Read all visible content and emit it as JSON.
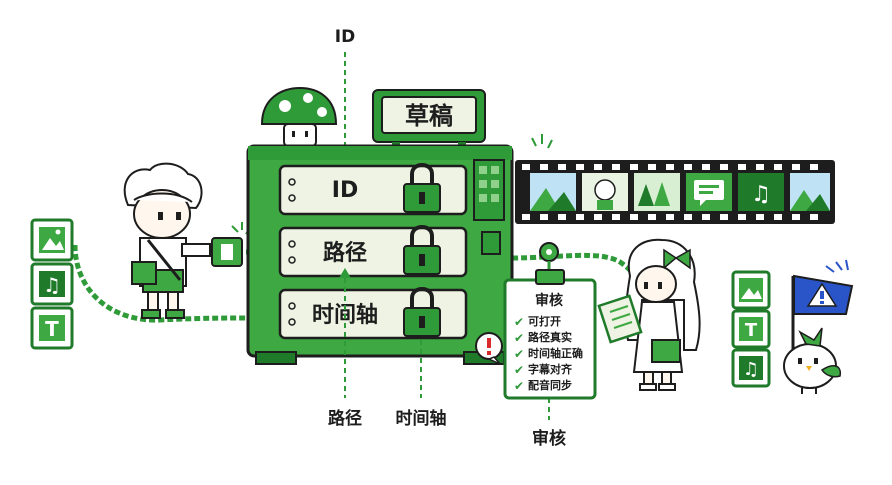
{
  "draft_label": "草稿",
  "annotations": {
    "top": "ID",
    "bottom_left": "路径",
    "bottom_mid": "时间轴",
    "bottom_right": "审核"
  },
  "slots": [
    {
      "label": "ID"
    },
    {
      "label": "路径"
    },
    {
      "label": "时间轴"
    }
  ],
  "checklist": {
    "title": "审核",
    "items": [
      "可打开",
      "路径真实",
      "时间轴正确",
      "字幕对齐",
      "配音同步"
    ]
  },
  "left_blocks": [
    "image-icon",
    "music-icon",
    "text-icon"
  ],
  "right_blocks": [
    "image-icon",
    "text-icon",
    "music-icon"
  ],
  "film_frames": [
    "mountain-icon",
    "character-icon",
    "trees-icon",
    "chat-icon",
    "music-icon",
    "mountain-icon"
  ],
  "flag_icon": "warning-icon",
  "colors": {
    "dark_green": "#1f7a2a",
    "green": "#3ea843",
    "light_green": "#8fd18a",
    "pale": "#eef3e3",
    "outline": "#1d1d1d",
    "flag_blue": "#2a55c8",
    "alert_red": "#d92b2b"
  }
}
